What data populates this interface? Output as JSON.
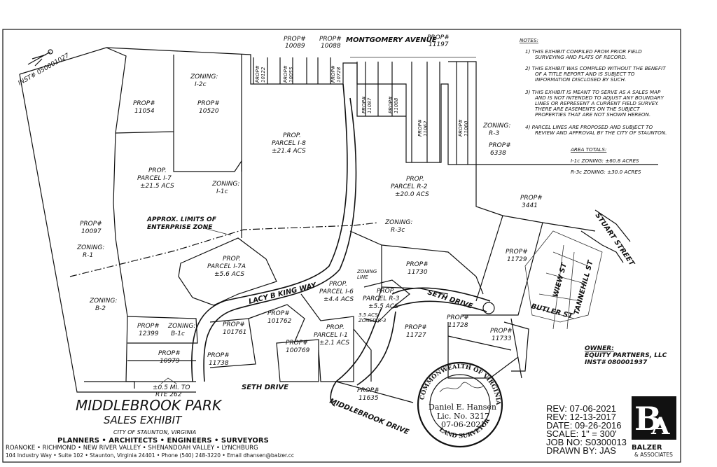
{
  "instrument_label": "INST# 050001027",
  "streets": {
    "montgomery": "MONTGOMERY AVENUE",
    "stuart": "STUART STREET",
    "lacy": "LACY B KING WAY",
    "seth_drive_east": "SETH DRIVE",
    "seth_drive_south": "SETH DRIVE",
    "butler": "BUTLER ST",
    "wiew": "WIEW ST",
    "tannehill": "TANNEHILL ST",
    "middlebrook": "MIDDLEBROOK DRIVE"
  },
  "props": {
    "p10089": [
      "PROP#",
      "10089"
    ],
    "p10088": [
      "PROP#",
      "10088"
    ],
    "p11197": [
      "PROP#",
      "11197"
    ],
    "p10122": [
      "PROP#",
      "10122"
    ],
    "p10055": [
      "PROP#",
      "10055"
    ],
    "p10728": [
      "PROP#",
      "10728"
    ],
    "p11087": [
      "PROP#",
      "11087"
    ],
    "p11088": [
      "PROP#",
      "11088"
    ],
    "p11062": [
      "PROP#",
      "11062"
    ],
    "p11060": [
      "PROP#",
      "11060"
    ],
    "p11054": [
      "PROP#",
      "11054"
    ],
    "p10520": [
      "PROP#",
      "10520"
    ],
    "p6338": [
      "PROP#",
      "6338"
    ],
    "p10097": [
      "PROP#",
      "10097"
    ],
    "p3441": [
      "PROP#",
      "3441"
    ],
    "p11729": [
      "PROP#",
      "11729"
    ],
    "p11730": [
      "PROP#",
      "11730"
    ],
    "p12399": [
      "PROP#",
      "12399"
    ],
    "p101761": [
      "PROP#",
      "101761"
    ],
    "p101762": [
      "PROP#",
      "101762"
    ],
    "p10979": [
      "PROP#",
      "10979"
    ],
    "p11738": [
      "PROP#",
      "11738"
    ],
    "p100769": [
      "PROP#",
      "100769"
    ],
    "p11727": [
      "PROP#",
      "11727"
    ],
    "p11728": [
      "PROP#",
      "11728"
    ],
    "p11733": [
      "PROP#",
      "11733"
    ],
    "p11635": [
      "PROP#",
      "11635"
    ]
  },
  "zoning": {
    "z_i2c": [
      "ZONING:",
      "I-2c"
    ],
    "z_i1c": [
      "ZONING:",
      "I-1c"
    ],
    "z_r3": [
      "ZONING:",
      "R-3"
    ],
    "z_r3c": [
      "ZONING:",
      "R-3c"
    ],
    "z_r1": [
      "ZONING:",
      "R-1"
    ],
    "z_b2": [
      "ZONING:",
      "B-2"
    ],
    "z_b1c": [
      "ZONING:",
      "B-1c"
    ]
  },
  "parcels": {
    "i8": [
      "PROP.",
      "PARCEL I-8",
      "±21.4 ACS"
    ],
    "i7": [
      "PROP.",
      "PARCEL I-7",
      "±21.5 ACS"
    ],
    "r2": [
      "PROP.",
      "PARCEL R-2",
      "±20.0 ACS"
    ],
    "i7a": [
      "PROP.",
      "PARCEL I-7A",
      "±5.6 ACS"
    ],
    "i6": [
      "PROP.",
      "PARCEL I-6",
      "±4.4 ACS"
    ],
    "r3": [
      "PROP.",
      "PARCEL R-3",
      "±5.5 ACS"
    ],
    "i1": [
      "PROP.",
      "PARCEL I-1",
      "±2.1 ACS"
    ]
  },
  "enterprise_zone": [
    "APPROX. LIMITS OF",
    "ENTERPRISE ZONE"
  ],
  "zoning_line": [
    "ZONING",
    "LINE"
  ],
  "zoned_note": [
    "3.5 ACS",
    "ZONED R-3"
  ],
  "distance_note": [
    "±0.5 MI. TO",
    "RTE 262"
  ],
  "notes": {
    "heading": "NOTES:",
    "lines": [
      "1)  THIS EXHIBIT COMPILED FROM PRIOR FIELD",
      "SURVEYING AND PLATS OF RECORD.",
      "2)  THIS EXHIBIT WAS COMPILED WITHOUT THE BENEFIT",
      "OF A TITLE REPORT AND IS SUBJECT TO",
      "INFORMATION DISCLOSED BY SUCH.",
      "3)  THIS EXHIBIT IS MEANT TO SERVE AS A SALES MAP",
      "AND IS NOT INTENDED TO ADJUST ANY BOUNDARY",
      "LINES OR REPRESENT A CURRENT FIELD SURVEY.",
      "THERE ARE EASEMENTS ON THE SUBJECT",
      "PROPERTIES THAT ARE NOT SHOWN HEREON.",
      "4)  PARCEL LINES ARE PROPOSED AND SUBJECT TO",
      "REVIEW AND APPROVAL BY THE CITY OF STAUNTON."
    ],
    "area_heading": "AREA TOTALS:",
    "area_i1c": "I-1c ZONING:  ±60.8 ACRES",
    "area_r3c": "R-3c ZONING:  ±30.0 ACRES"
  },
  "owner": {
    "heading": "OWNER:",
    "name": "EQUITY PARTNERS, LLC",
    "inst": "INST# 080001937"
  },
  "title_block": {
    "title": "MIDDLEBROOK PARK",
    "subtitle": "SALES EXHIBIT",
    "city": "CITY OF STAUNTON, VIRGINIA",
    "firm_roles": "PLANNERS • ARCHITECTS • ENGINEERS • SURVEYORS",
    "cities": "ROANOKE • RICHMOND • NEW RIVER VALLEY • SHENANDOAH VALLEY • LYNCHBURG",
    "address": "104 Industry Way • Suite 102 • Staunton, Virginia 24401 • Phone (540) 248-3220 • Email dhansen@balzer.cc"
  },
  "seal": {
    "ring_top": "COMMONWEALTH OF VIRGINIA",
    "ring_bottom": "LAND SURVEYOR",
    "name": "Daniel E. Hansen",
    "lic": "Lic. No. 3217",
    "date": "07-06-2021"
  },
  "revision": {
    "rev1": "REV: 07-06-2021",
    "rev2": "REV: 12-13-2017",
    "date": "DATE: 09-26-2016",
    "scale": "SCALE: 1\" = 300'",
    "job": "JOB NO: S0300013",
    "drawn": "DRAWN BY: JAS"
  },
  "logo": {
    "name": "BALZER",
    "sub": "& ASSOCIATES"
  }
}
